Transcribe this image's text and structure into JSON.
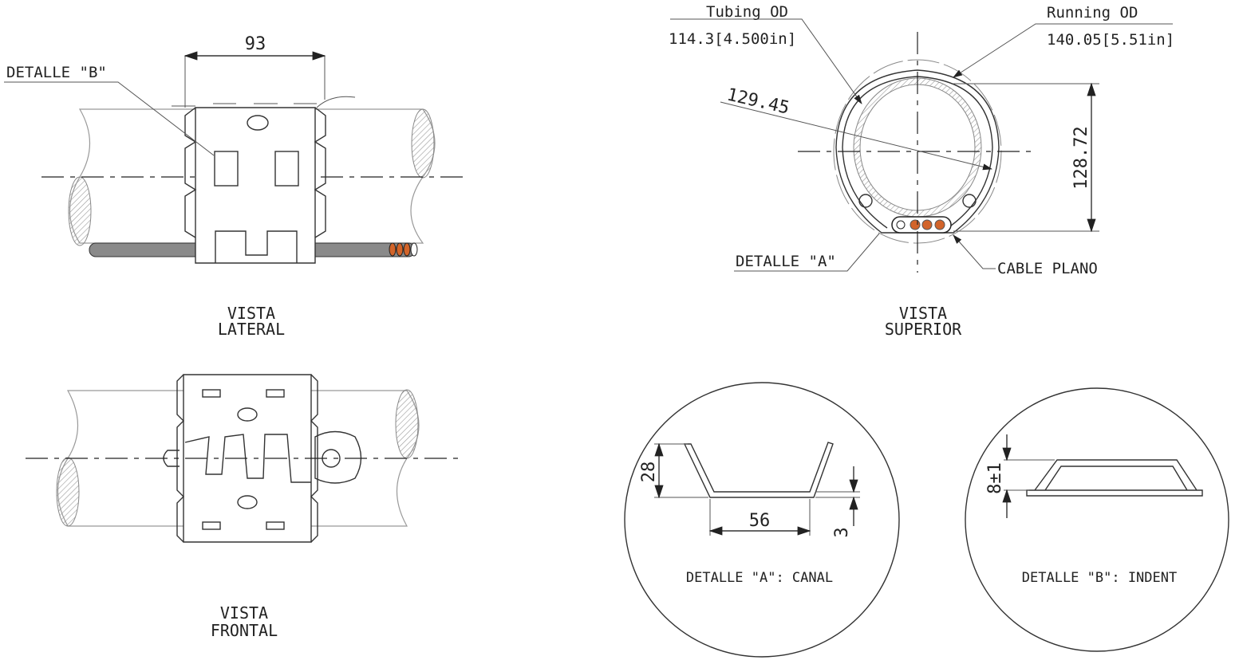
{
  "side_view": {
    "title_line1": "VISTA",
    "title_line2": "LATERAL",
    "width_dim": "93",
    "detail_b_callout": "DETALLE \"B\""
  },
  "front_view": {
    "title_line1": "VISTA",
    "title_line2": "FRONTAL"
  },
  "top_view": {
    "title_line1": "VISTA",
    "title_line2": "SUPERIOR",
    "tubing_od_label": "Tubing OD",
    "tubing_od_value": "114.3[4.500in]",
    "running_od_label": "Running OD",
    "running_od_value": "140.05[5.51in]",
    "diameter_dim": "129.45",
    "height_dim": "128.72",
    "detail_a_callout": "DETALLE \"A\"",
    "cable_callout": "CABLE PLANO"
  },
  "detail_a": {
    "caption": "DETALLE \"A\": CANAL",
    "height_dim": "28",
    "width_dim": "56",
    "thickness_dim": "3"
  },
  "detail_b": {
    "caption": "DETALLE \"B\": INDENT",
    "height_dim": "8±1"
  },
  "colors": {
    "cable_gray": "#8a8a8a",
    "conductor_orange": "#d2642a",
    "line": "#333333"
  }
}
